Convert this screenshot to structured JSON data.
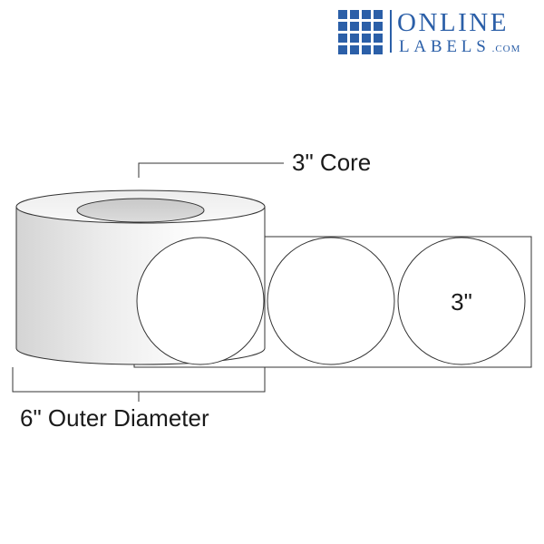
{
  "brand": {
    "line1": "ONLINE",
    "line2": "LABELS",
    "suffix": ".COM",
    "color": "#2b5fa8",
    "icon": "grid-logo-icon"
  },
  "diagram": {
    "core_label": "3\" Core",
    "outer_label": "6\" Outer Diameter",
    "label_size": "3\"",
    "label_shape": "circle",
    "visible_label_count": 3,
    "outline_color": "#333333"
  }
}
